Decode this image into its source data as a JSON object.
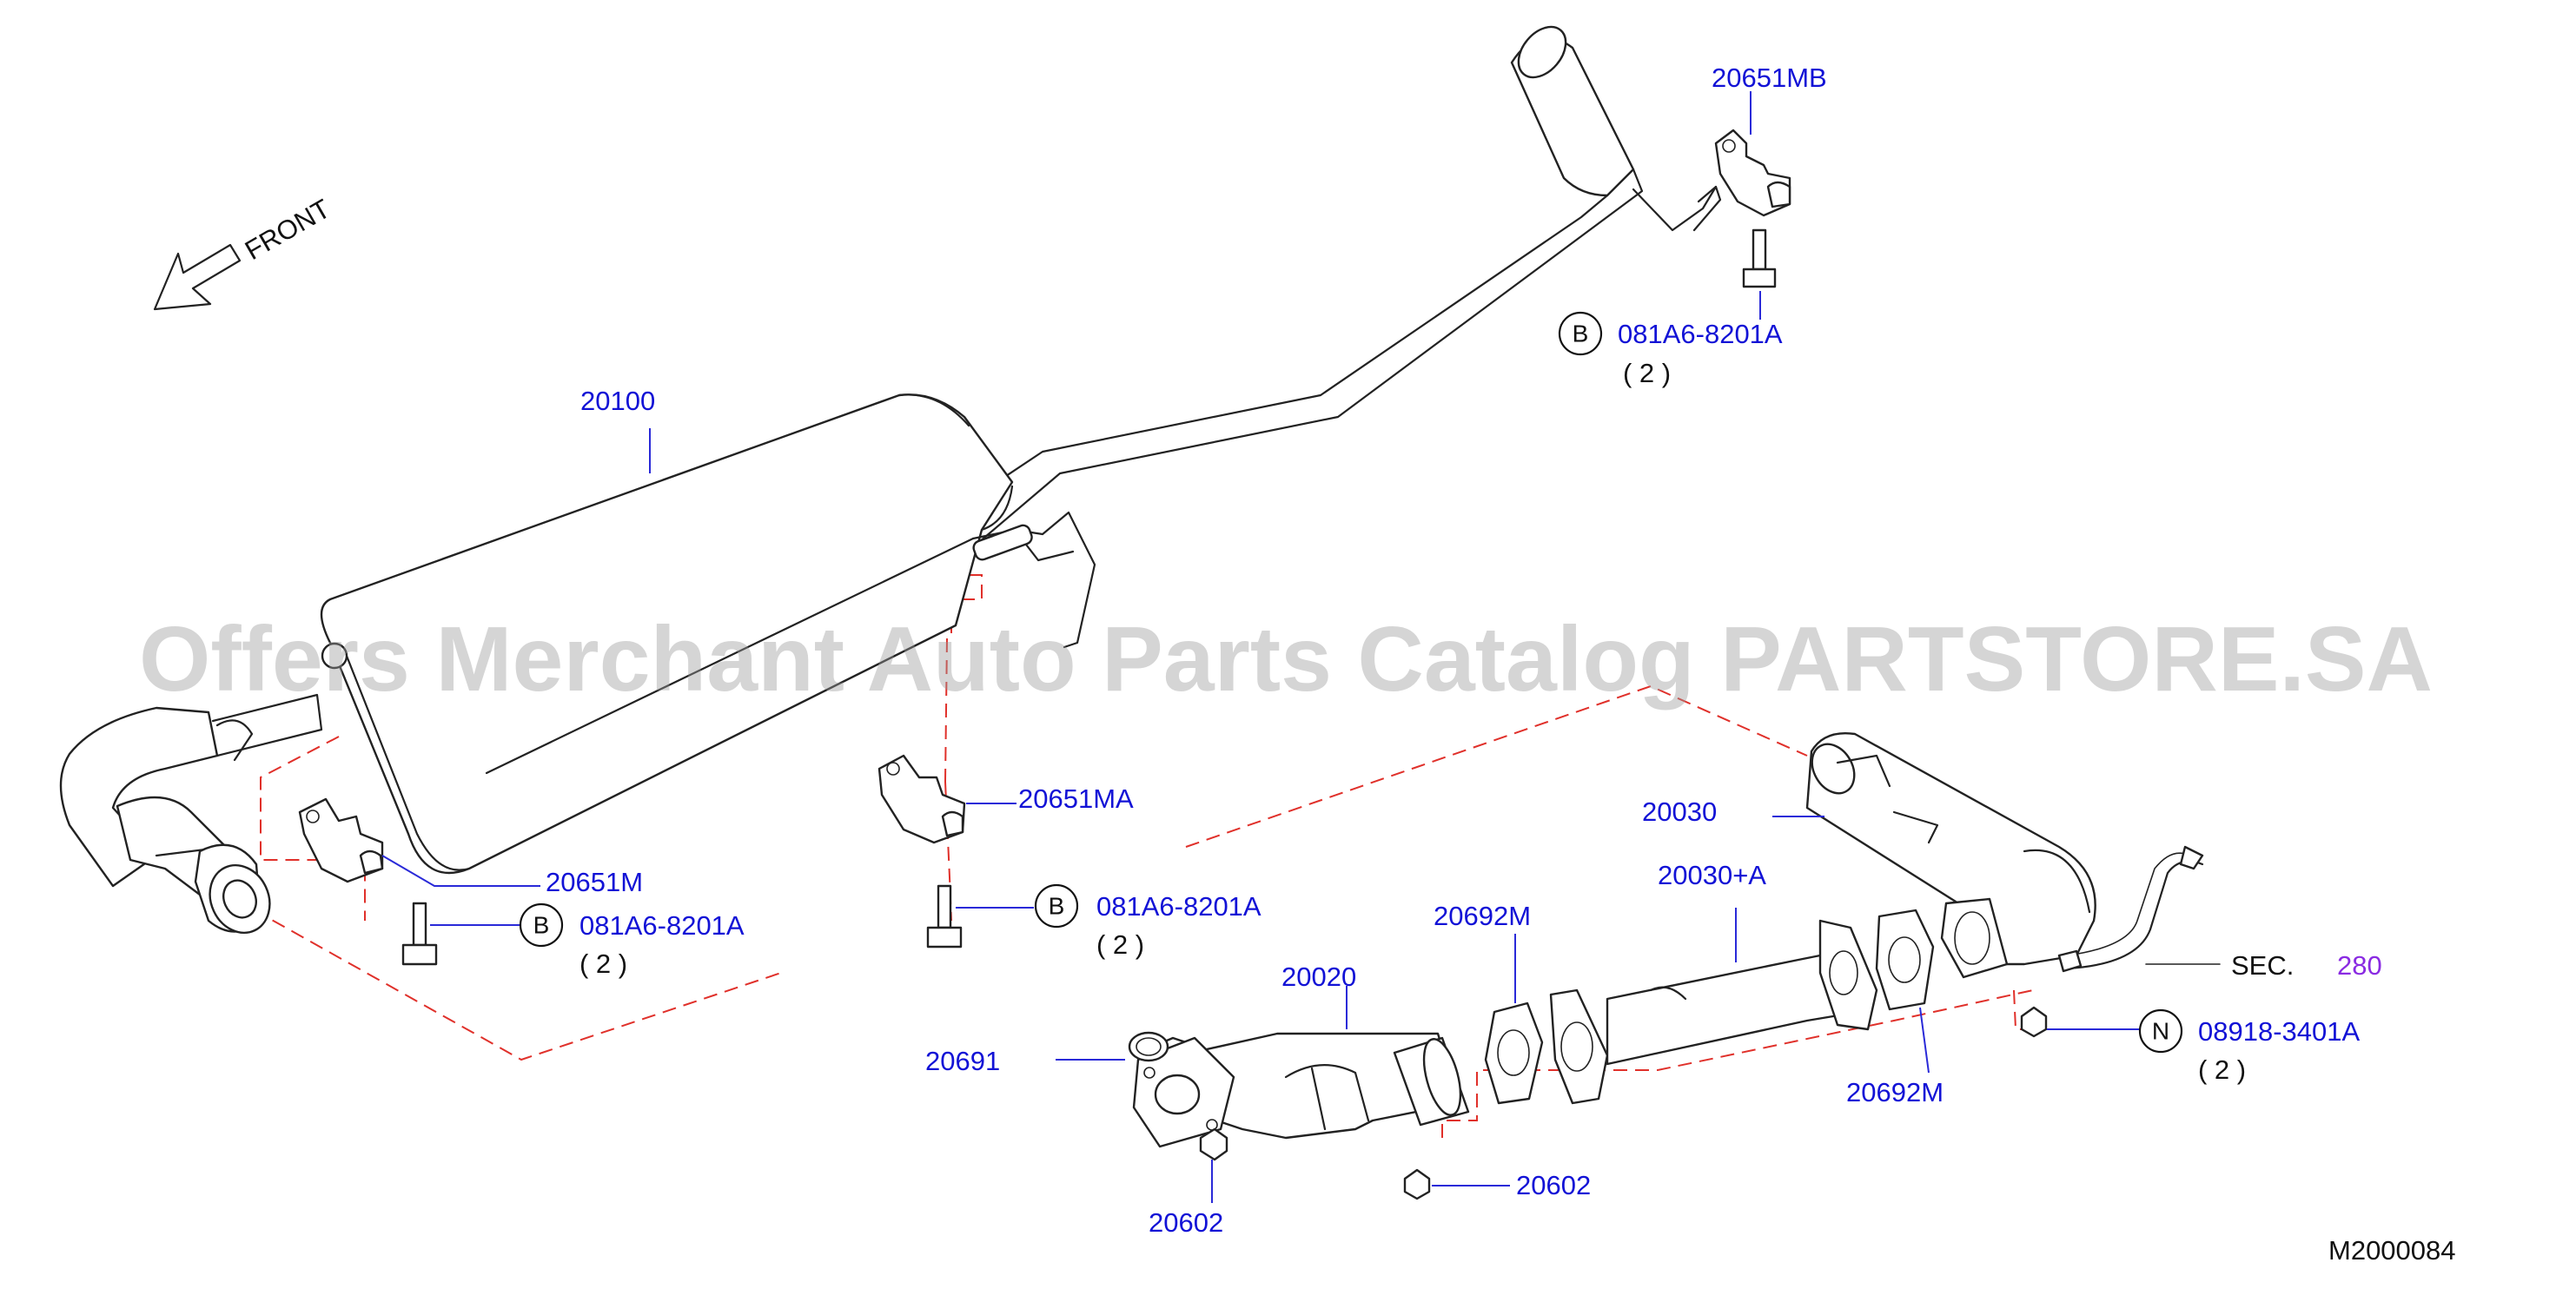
{
  "watermark": "Offers Merchant Auto Parts Catalog PARTSTORE.SA",
  "diagram_code": "M2000084",
  "front_label": "FRONT",
  "parts": {
    "muffler": "20100",
    "mount_main": "20651M",
    "mount_ma": "20651MA",
    "mount_mb": "20651MB",
    "front_tube": "20020",
    "ring_gasket": "20691",
    "nut_left": "20602",
    "nut_mid": "20602",
    "center_tube": "20030+A",
    "rear_tube": "20030",
    "gasket_mid": "20692M",
    "gasket_right": "20692M"
  },
  "bolts": {
    "bolt_top": {
      "symbol": "B",
      "code": "081A6-8201A",
      "qty": "( 2 )"
    },
    "bolt_mid": {
      "symbol": "B",
      "code": "081A6-8201A",
      "qty": "( 2 )"
    },
    "bolt_left": {
      "symbol": "B",
      "code": "081A6-8201A",
      "qty": "( 2 )"
    },
    "nut_n": {
      "symbol": "N",
      "code": "08918-3401A",
      "qty": "( 2 )"
    }
  },
  "section_ref": {
    "prefix": "SEC.",
    "number": "280"
  },
  "colors": {
    "label": "#1212d6",
    "section_number": "#8a2be2",
    "leader": "#2a2ad8",
    "dashed": "#e0302a",
    "linework": "#222222"
  }
}
